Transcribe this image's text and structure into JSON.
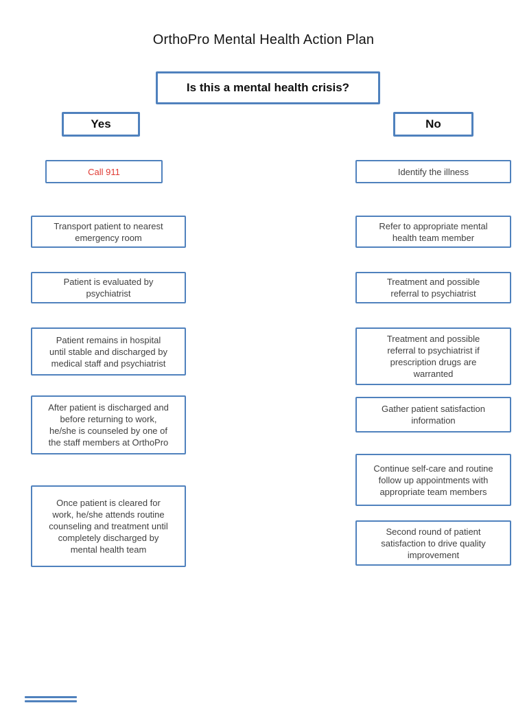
{
  "page": {
    "title": "OrthoPro Mental Health Action Plan"
  },
  "colors": {
    "box_border": "#4f81bd",
    "body_text": "#3f3f3f",
    "heading_text": "#161616",
    "alert_text": "#e03a33"
  },
  "question": "Is this a mental health crisis?",
  "branch_yes": {
    "label": "Yes",
    "steps": [
      "Call 911",
      "Transport patient to nearest\nemergency room",
      "Patient is evaluated by\npsychiatrist",
      "Patient remains in hospital\nuntil stable and discharged by\nmedical staff and psychiatrist",
      "After patient is discharged and\nbefore returning to work,\nhe/she is counseled by one of\nthe staff members at OrthoPro",
      "Once patient is cleared for\nwork, he/she attends routine\ncounseling and treatment until\ncompletely discharged by\nmental health team"
    ]
  },
  "branch_no": {
    "label": "No",
    "steps": [
      "Identify the illness",
      "Refer to appropriate mental\nhealth team member",
      "Treatment and possible\nreferral to psychiatrist",
      "Treatment and possible\nreferral to psychiatrist if\nprescription drugs are\nwarranted",
      "Gather patient satisfaction\ninformation",
      "Continue self-care and routine\nfollow up appointments with\nappropriate team members",
      "Second round of patient\nsatisfaction to drive quality\nimprovement"
    ]
  }
}
